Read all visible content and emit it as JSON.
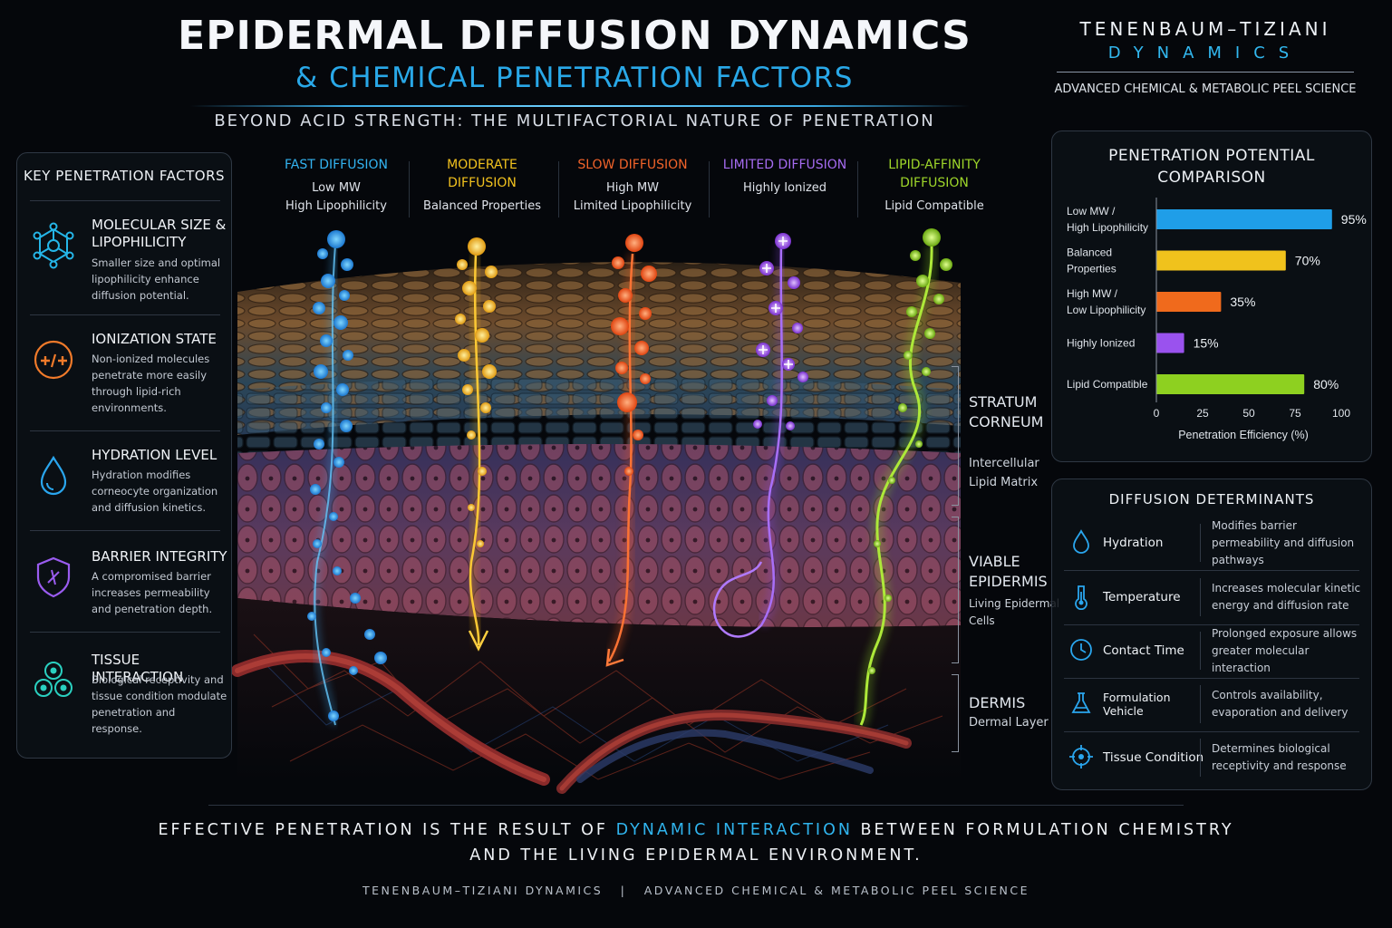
{
  "header": {
    "title": "EPIDERMAL DIFFUSION DYNAMICS",
    "subtitle": "& CHEMICAL PENETRATION FACTORS",
    "tagline": "BEYOND ACID STRENGTH: THE MULTIFACTORIAL NATURE OF PENETRATION"
  },
  "brand": {
    "name": "TENENBAUM–TIZIANI",
    "sub": "DYNAMICS",
    "tagline": "ADVANCED CHEMICAL & METABOLIC PEEL SCIENCE"
  },
  "factors": {
    "title": "KEY PENETRATION FACTORS",
    "items": [
      {
        "title": "MOLECULAR SIZE & LIPOPHILICITY",
        "desc": "Smaller size and optimal lipophilicity enhance diffusion potential.",
        "icon": "molecule-icon",
        "color": "#25b6e8"
      },
      {
        "title": "IONIZATION STATE",
        "desc": "Non-ionized molecules penetrate more easily through lipid-rich environments.",
        "icon": "ion-charge-icon",
        "color": "#f07a2a"
      },
      {
        "title": "HYDRATION LEVEL",
        "desc": "Hydration modifies corneocyte organization and diffusion kinetics.",
        "icon": "water-drop-icon",
        "color": "#2aa6ee"
      },
      {
        "title": "BARRIER INTEGRITY",
        "desc": "A compromised barrier increases permeability and penetration depth.",
        "icon": "shield-icon",
        "color": "#9a5cf0"
      },
      {
        "title": "TISSUE INTERACTION",
        "desc": "Biological receptivity and tissue condition modulate penetration and response.",
        "icon": "cells-icon",
        "color": "#2ad0c0"
      }
    ]
  },
  "columns": [
    {
      "title": "FAST DIFFUSION",
      "sub": "Low MW\nHigh Lipophilicity",
      "color": "#33b3f0"
    },
    {
      "title": "MODERATE\nDIFFUSION",
      "sub": "Balanced Properties",
      "color": "#f2c21e"
    },
    {
      "title": "SLOW DIFFUSION",
      "sub": "High MW\nLimited Lipophilicity",
      "color": "#f2632a"
    },
    {
      "title": "LIMITED DIFFUSION",
      "sub": "Highly Ionized",
      "color": "#a56bf0"
    },
    {
      "title": "LIPID-AFFINITY\nDIFFUSION",
      "sub": "Lipid Compatible",
      "color": "#9ed62a"
    }
  ],
  "layers": {
    "stratum_title": "STRATUM\nCORNEUM",
    "stratum_sub": "Intercellular\nLipid Matrix",
    "viable_title": "VIABLE\nEPIDERMIS",
    "viable_sub": "Living Epidermal\nCells",
    "dermis_title": "DERMIS",
    "dermis_sub": "Dermal Layer"
  },
  "chart_data": {
    "type": "bar",
    "orientation": "horizontal",
    "title": "PENETRATION POTENTIAL COMPARISON",
    "categories": [
      "Low MW / High Lipophilicity",
      "Balanced Properties",
      "High MW / Low Lipophilicity",
      "Highly Ionized",
      "Lipid Compatible"
    ],
    "category_lines": [
      [
        "Low MW /",
        "High Lipophilicity"
      ],
      [
        "Balanced",
        "Properties"
      ],
      [
        "High MW /",
        "Low Lipophilicity"
      ],
      [
        "Highly Ionized"
      ],
      [
        "Lipid Compatible"
      ]
    ],
    "values": [
      95,
      70,
      35,
      15,
      80
    ],
    "value_labels": [
      "95%",
      "70%",
      "35%",
      "15%",
      "80%"
    ],
    "colors": [
      "#1f9ee8",
      "#f0c21c",
      "#f06a1c",
      "#9a52ee",
      "#8ed020"
    ],
    "xlabel": "Penetration Efficiency (%)",
    "xlim": [
      0,
      100
    ],
    "xticks": [
      0,
      25,
      50,
      75,
      100
    ],
    "grid": false
  },
  "determinants": {
    "title": "DIFFUSION DETERMINANTS",
    "items": [
      {
        "name": "Hydration",
        "desc": "Modifies barrier permeability and diffusion pathways",
        "icon": "water-drop-icon"
      },
      {
        "name": "Temperature",
        "desc": "Increases molecular kinetic energy and diffusion rate",
        "icon": "thermometer-icon"
      },
      {
        "name": "Contact Time",
        "desc": "Prolonged exposure allows greater molecular interaction",
        "icon": "clock-icon"
      },
      {
        "name": "Formulation Vehicle",
        "desc": "Controls availability, evaporation and delivery",
        "icon": "flask-icon"
      },
      {
        "name": "Tissue Condition",
        "desc": "Determines biological receptivity and response",
        "icon": "target-icon"
      }
    ]
  },
  "footer": {
    "line1_a": "EFFECTIVE PENETRATION IS THE RESULT OF",
    "line1_hl": "DYNAMIC INTERACTION",
    "line1_b": "BETWEEN FORMULATION CHEMISTRY",
    "line2": "AND THE LIVING EPIDERMAL ENVIRONMENT.",
    "brand_line": "TENENBAUM–TIZIANI DYNAMICS   |   ADVANCED CHEMICAL & METABOLIC PEEL SCIENCE"
  }
}
